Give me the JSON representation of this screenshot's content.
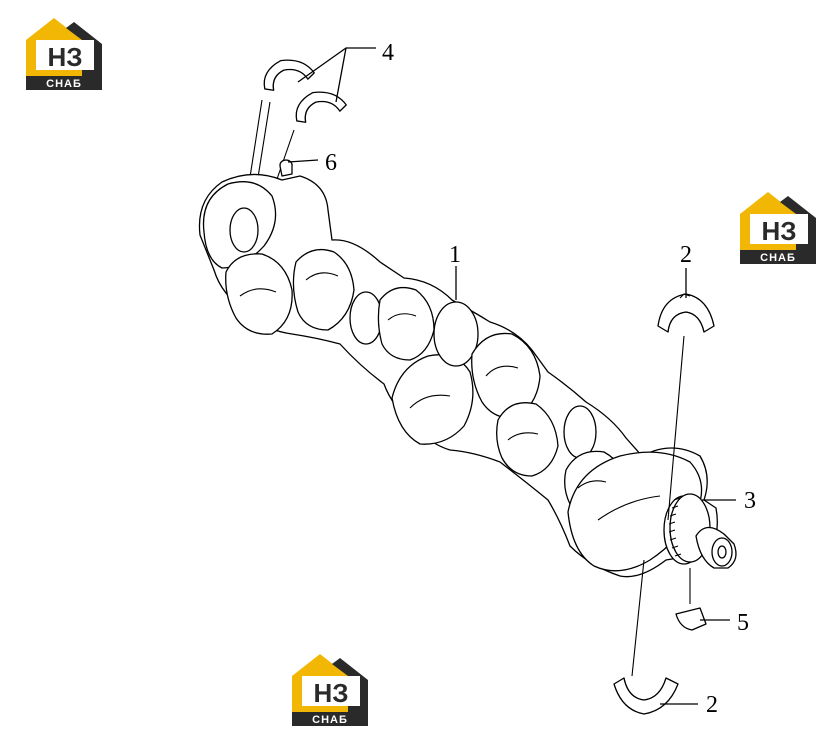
{
  "brand": {
    "logo_letters": "НЗ",
    "logo_caption": "СНАБ",
    "colors": {
      "yellow": "#f2b705",
      "dark": "#2a2a2a",
      "white": "#ffffff"
    }
  },
  "callouts": [
    {
      "id": "part-1",
      "label": "1"
    },
    {
      "id": "part-2-upper",
      "label": "2"
    },
    {
      "id": "part-2-lower",
      "label": "2"
    },
    {
      "id": "part-3",
      "label": "3"
    },
    {
      "id": "part-4",
      "label": "4"
    },
    {
      "id": "part-5",
      "label": "5"
    },
    {
      "id": "part-6",
      "label": "6"
    }
  ]
}
